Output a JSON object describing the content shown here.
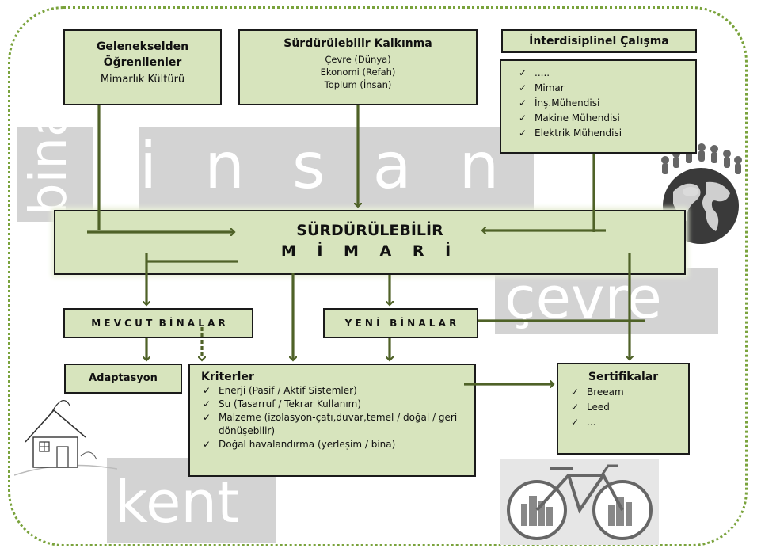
{
  "background_words": [
    "bina",
    "insan",
    "çevre",
    "kent"
  ],
  "top_left": {
    "title": "Gelenekselden Öğrenilenler",
    "subtitle": "Mimarlık Kültürü"
  },
  "top_center": {
    "title": "Sürdürülebilir Kalkınma",
    "items": [
      "Çevre (Dünya)",
      "Ekonomi (Refah)",
      "Toplum (İnsan)"
    ]
  },
  "top_right": {
    "title": "İnterdisiplinel Çalışma",
    "items": [
      ".....",
      "Mimar",
      "İnş.Mühendisi",
      "Makine Mühendisi",
      "Elektrik Mühendisi"
    ]
  },
  "main": {
    "line1": "SÜRDÜRÜLEBİLİR",
    "line2": "M İ M A R İ"
  },
  "mevcut": "M E V C U T  B İ N A L A R",
  "yeni": "Y E N İ   B İ N A L A R",
  "adaptasyon": "Adaptasyon",
  "kriterler": {
    "title": "Kriterler",
    "items": [
      "Enerji (Pasif / Aktif Sistemler)",
      "Su (Tasarruf / Tekrar Kullanım)",
      "Malzeme (izolasyon-çatı,duvar,temel / doğal / geri dönüşebilir)",
      "Doğal havalandırma (yerleşim / bina)"
    ]
  },
  "sertifikalar": {
    "title": "Sertifikalar",
    "items": [
      "Breeam",
      "Leed",
      "..."
    ]
  },
  "colors": {
    "box_fill": "#d7e4bd",
    "arrow": "#4f6228",
    "frame": "#7aa33c",
    "bg_word": "#d3d3d3"
  },
  "icons": {
    "check": "✓",
    "globe": "globe-icon",
    "house": "house-icon",
    "bicycle": "bicycle-icon"
  }
}
